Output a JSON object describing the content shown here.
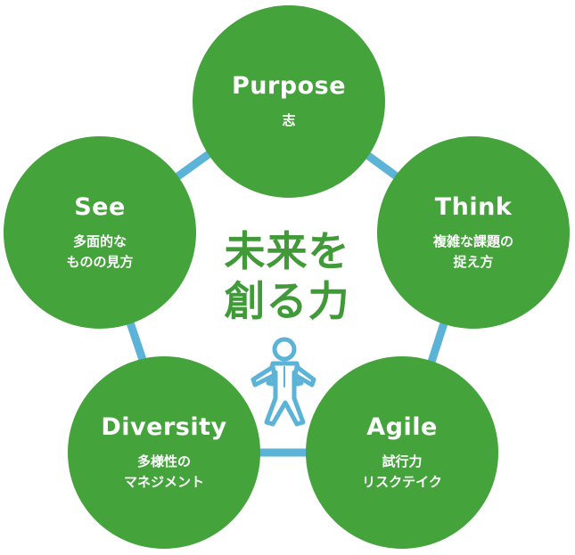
{
  "center": {
    "title": "未来を\n創る力"
  },
  "nodes": {
    "purpose": {
      "title": "Purpose",
      "desc": "志"
    },
    "think": {
      "title": "Think",
      "desc": "複雑な課題の\n捉え方"
    },
    "agile": {
      "title": "Agile",
      "desc": "試行力\nリスクテイク"
    },
    "diversity": {
      "title": "Diversity",
      "desc": "多様性の\nマネジメント"
    },
    "see": {
      "title": "See",
      "desc": "多面的な\nものの見方"
    }
  },
  "colors": {
    "circle": "#44a33b",
    "connector": "#5bb3d8",
    "center_text": "#3f9a37"
  },
  "figure_icon": "person-icon"
}
